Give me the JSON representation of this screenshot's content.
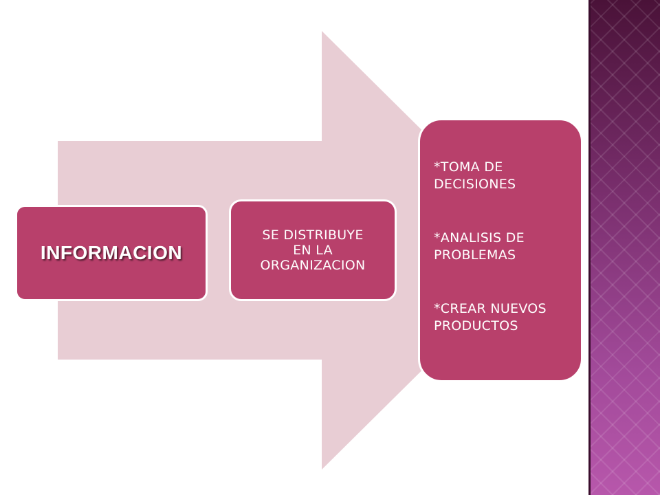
{
  "diagram": {
    "source_label": "INFORMACION",
    "middle_label": "SE DISTRIBUYE\nEN LA\nORGANIZACION",
    "outcomes": [
      "*TOMA DE\nDECISIONES",
      "*ANALISIS DE\nPROBLEMAS",
      "*CREAR NUEVOS\nPRODUCTOS"
    ]
  },
  "icons": {
    "arrow": "right-arrow-shape"
  },
  "colors": {
    "arrow_fill": "#e8cdd4",
    "box_fill": "#b8406b",
    "box_border": "#ffffff",
    "text": "#ffffff",
    "strip_top": "#4a1238",
    "strip_bottom": "#b757ab"
  }
}
